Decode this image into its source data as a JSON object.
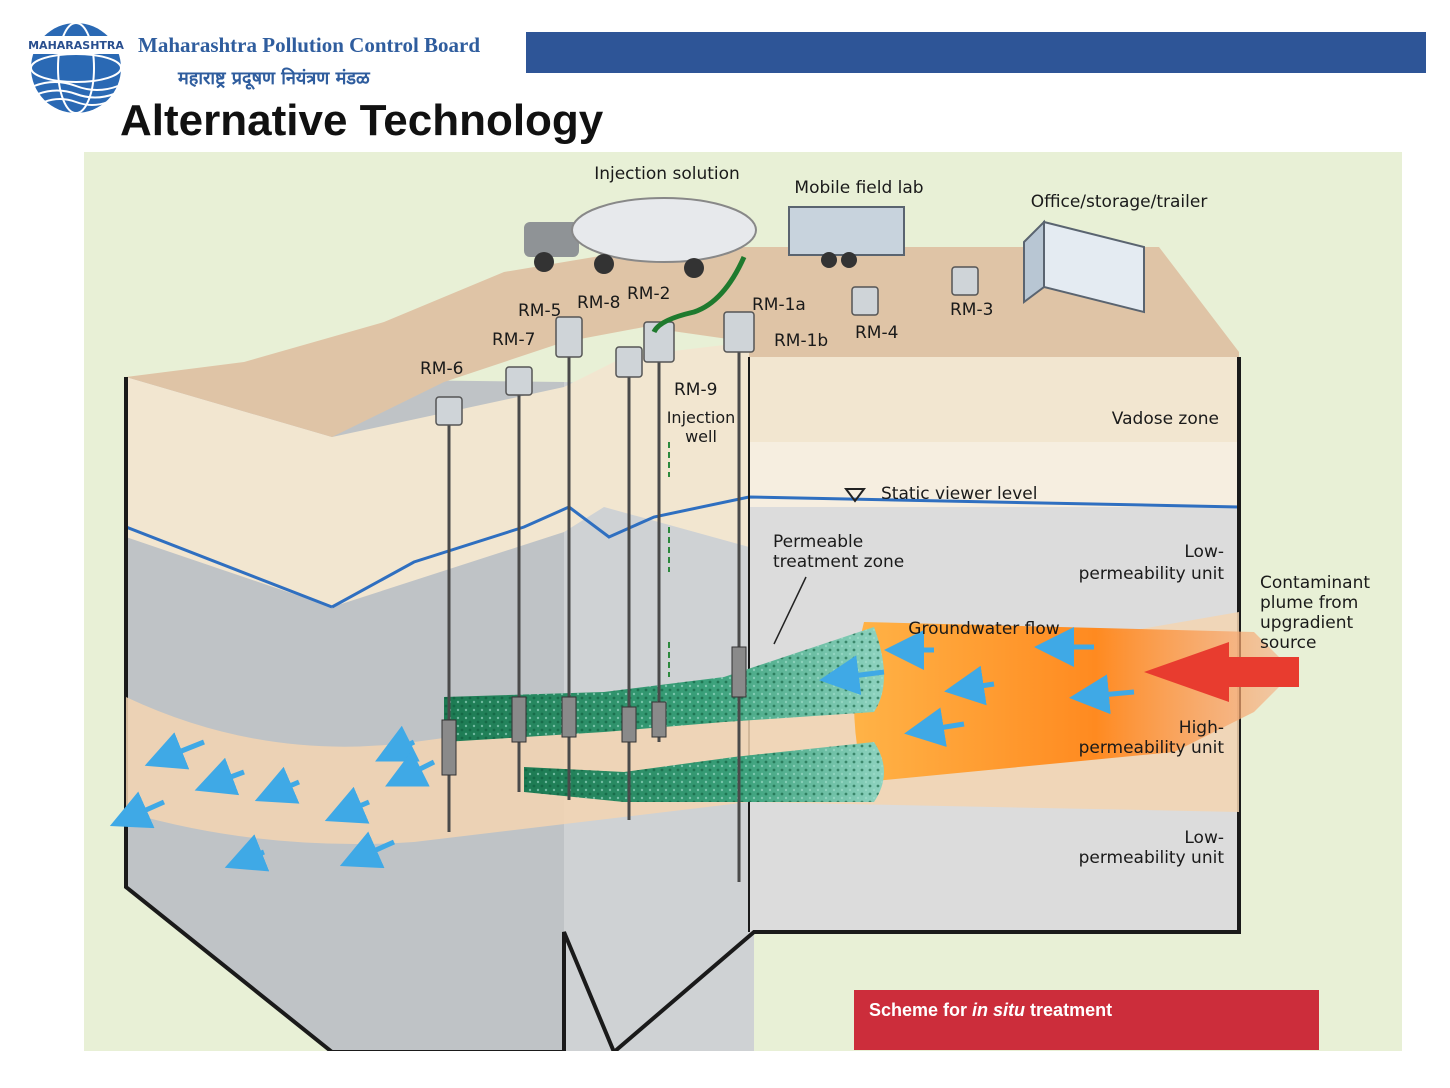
{
  "header": {
    "logo_text": "MAHARASHTRA",
    "org_name_en": "Maharashtra Pollution Control Board",
    "org_name_mr": "महाराष्ट्र प्रदूषण नियंत्रण मंडळ",
    "bar_color": "#2e5597"
  },
  "slide": {
    "title": "Alternative Technology"
  },
  "diagram": {
    "surface_labels": {
      "injection_solution": "Injection solution",
      "mobile_field_lab": "Mobile field lab",
      "office": "Office/storage/trailer"
    },
    "wells": {
      "rm5": "RM-5",
      "rm8": "RM-8",
      "rm2": "RM-2",
      "rm1a": "RM-1a",
      "rm7": "RM-7",
      "rm1b": "RM-1b",
      "rm4": "RM-4",
      "rm3": "RM-3",
      "rm6": "RM-6",
      "rm9": "RM-9"
    },
    "injection_well": [
      "Injection",
      "well"
    ],
    "zones": {
      "vadose": "Vadose zone",
      "static_level": "Static viewer level",
      "permeable_zone": [
        "Permeable",
        "treatment zone"
      ],
      "low_perm_1": [
        "Low-",
        "permeability unit"
      ],
      "groundwater_flow": "Groundwater flow",
      "high_perm": [
        "High-",
        "permeability unit"
      ],
      "low_perm_2": [
        "Low-",
        "permeability unit"
      ]
    },
    "plume": [
      "Contaminant",
      "plume from",
      "upgradient",
      "source"
    ],
    "colors": {
      "background": "#e8f0d6",
      "soil_top": "#dfc4a6",
      "vadose": "#f2e6d0",
      "water_line": "#2f6fc0",
      "plume": "#ff8c2a",
      "treatment": "#1f8f6a",
      "flow_arrow": "#3fa9e6",
      "source_arrow": "#e83c2f"
    }
  },
  "caption": {
    "prefix": "Scheme for ",
    "italic": "in situ",
    "suffix": " treatment",
    "background": "#cc2d3b"
  }
}
